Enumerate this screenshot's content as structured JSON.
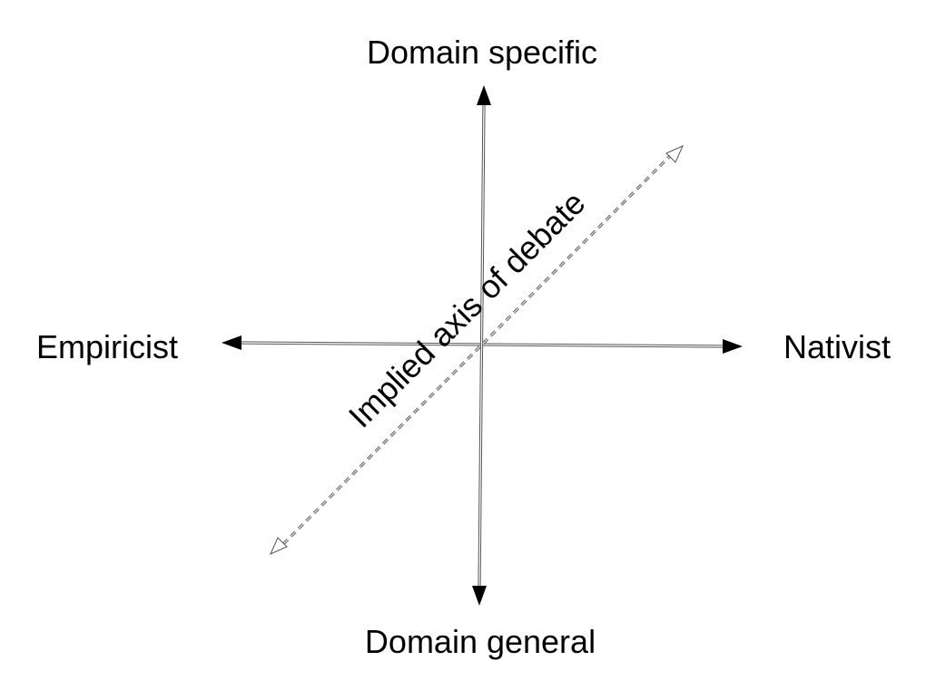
{
  "labels": {
    "top": "Domain specific",
    "bottom": "Domain general",
    "left": "Empiricist",
    "right": "Nativist",
    "diagonal": "Implied axis of debate"
  },
  "colors": {
    "text": "#000000",
    "line": "#555555",
    "background": "#ffffff"
  }
}
